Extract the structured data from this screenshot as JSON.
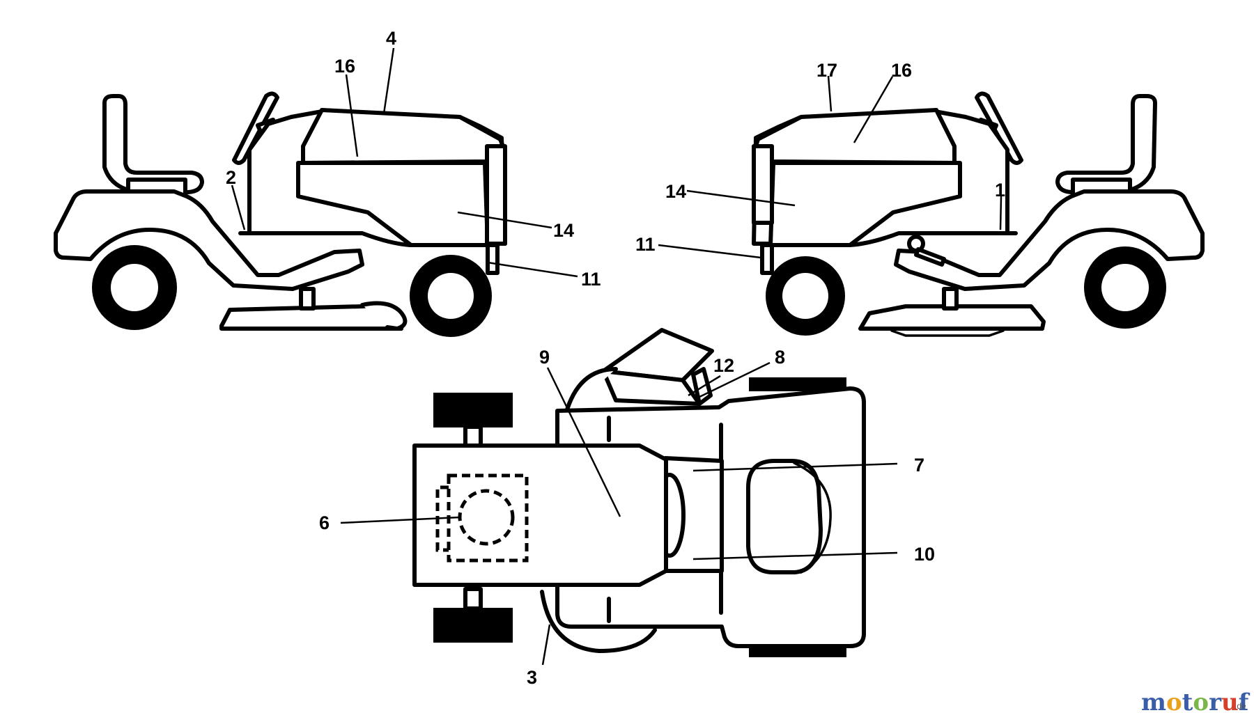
{
  "diagram": {
    "callouts": [
      {
        "id": "c4",
        "label": "4"
      },
      {
        "id": "c16a",
        "label": "16"
      },
      {
        "id": "c2",
        "label": "2"
      },
      {
        "id": "c14a",
        "label": "14"
      },
      {
        "id": "c11a",
        "label": "11"
      },
      {
        "id": "c17",
        "label": "17"
      },
      {
        "id": "c16b",
        "label": "16"
      },
      {
        "id": "c14b",
        "label": "14"
      },
      {
        "id": "c1",
        "label": "1"
      },
      {
        "id": "c11b",
        "label": "11"
      },
      {
        "id": "c9",
        "label": "9"
      },
      {
        "id": "c12",
        "label": "12"
      },
      {
        "id": "c8",
        "label": "8"
      },
      {
        "id": "c7",
        "label": "7"
      },
      {
        "id": "c6",
        "label": "6"
      },
      {
        "id": "c10",
        "label": "10"
      },
      {
        "id": "c3",
        "label": "3"
      }
    ]
  },
  "watermark": {
    "letters": [
      {
        "ch": "m",
        "color": "#3a5da8"
      },
      {
        "ch": "o",
        "color": "#e8a21c"
      },
      {
        "ch": "t",
        "color": "#3a5da8"
      },
      {
        "ch": "o",
        "color": "#7ab648"
      },
      {
        "ch": "r",
        "color": "#3a5da8"
      },
      {
        "ch": "u",
        "color": "#d6402b"
      },
      {
        "ch": "f",
        "color": "#3a5da8"
      }
    ],
    "suffix": ".de"
  }
}
